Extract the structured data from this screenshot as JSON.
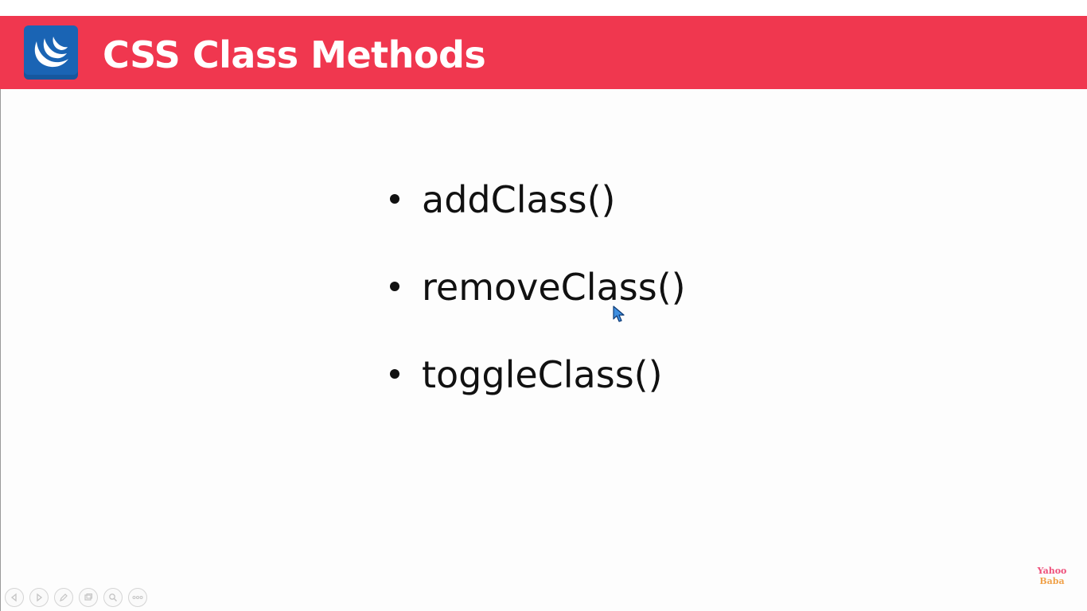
{
  "slide": {
    "title": "CSS Class Methods",
    "logo_icon": "jquery-logo-icon",
    "colors": {
      "header": "#f0374f",
      "logo": "#1a64b4",
      "text": "#111111",
      "watermark_top": "#ee4f7a",
      "watermark_bottom": "#f0a24a"
    },
    "bullets": [
      {
        "text": "addClass()"
      },
      {
        "text": "removeClass()"
      },
      {
        "text": "toggleClass()"
      }
    ]
  },
  "nav_controls": [
    {
      "icon": "previous-icon"
    },
    {
      "icon": "next-icon"
    },
    {
      "icon": "pen-icon"
    },
    {
      "icon": "slides-icon"
    },
    {
      "icon": "zoom-icon"
    },
    {
      "icon": "more-icon"
    }
  ],
  "watermark": {
    "line1": "Yahoo",
    "line2": "Baba"
  }
}
